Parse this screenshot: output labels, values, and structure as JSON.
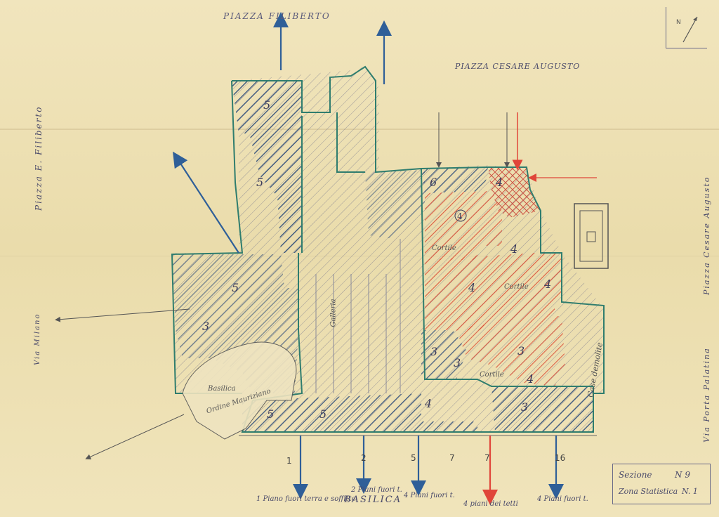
{
  "labels": {
    "piazza_top": "PIAZZA FILIBERTO",
    "piazza_cesare": "PIAZZA CESARE AUGUSTO",
    "piazza_left": "Piazza E. Filiberto",
    "piazza_right": "Piazza Cesare Augusto",
    "via_right": "Via Porta Palatina",
    "via_left": "Via Milano",
    "basilica_bottom": "BASILICA",
    "sezione": "Sezione",
    "sezione_num": "N 9",
    "zona": "Zona Statistica",
    "zona_num": "N. 1",
    "basilica_inner": "Basilica",
    "ordine": "Ordine Mauriziano",
    "galleria": "Galleria",
    "case_demolite": "Case demolite",
    "cortile_1": "Cortile",
    "cortile_2": "Cortile",
    "cortile_3": "Cortile"
  },
  "bottom_notes": [
    "1 Piano fuori terra e soffitte",
    "2 Piani fuori t.",
    "4 Piani fuori t.",
    "4 piani dei tetti",
    "4 Piani fuori t."
  ],
  "colors": {
    "paper": "#efe3b8",
    "ink_blue": "#3d6fa0",
    "hatch_red": "#d9442f",
    "green_outline": "#2f7d6e"
  }
}
